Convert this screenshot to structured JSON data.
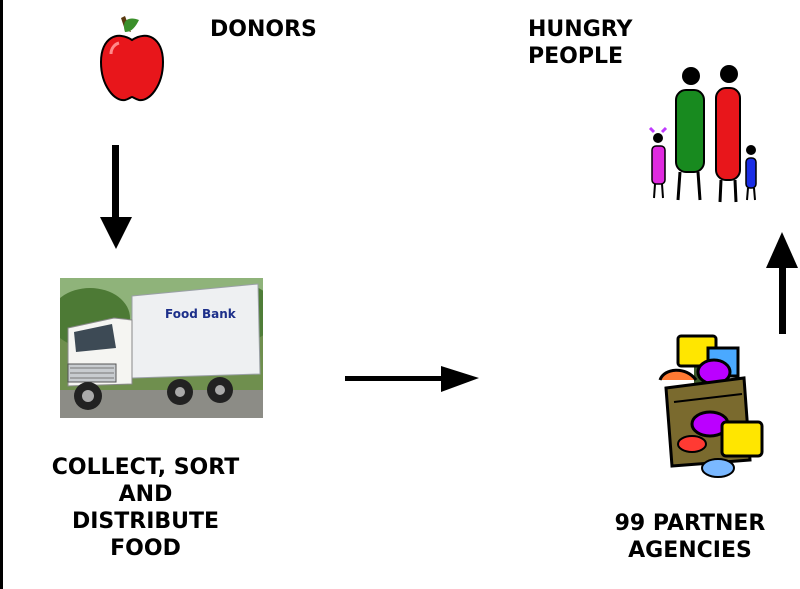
{
  "labels": {
    "donors": "DONORS",
    "hungry_line1": "HUNGRY",
    "hungry_line2": "PEOPLE",
    "collect_line1": "COLLECT, SORT",
    "collect_line2": "AND",
    "collect_line3": "DISTRIBUTE",
    "collect_line4": "FOOD",
    "partners_line1": "99 PARTNER",
    "partners_line2": "AGENCIES"
  },
  "truck_text": "Food Bank",
  "icons": [
    "apple-icon",
    "family-icon",
    "truck-photo",
    "grocery-bag-icon"
  ],
  "colors": {
    "apple": "#e8161b",
    "leaf": "#3a8f2a",
    "arrow": "#000000"
  }
}
